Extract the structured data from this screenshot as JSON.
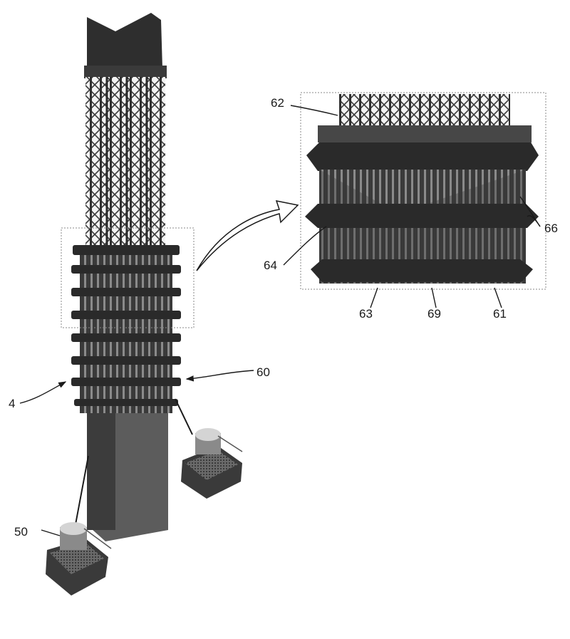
{
  "labels": {
    "tower": "4",
    "module_left": "50",
    "assembly": "60",
    "top_ring": "62",
    "side_frame": "64",
    "fins": "66",
    "bottom_left": "63",
    "bottom_center": "69",
    "bottom_right": "61"
  },
  "colors": {
    "dark": "#2b2b2b",
    "mid": "#555555",
    "light": "#9a9a9a",
    "frame": "#888888"
  }
}
